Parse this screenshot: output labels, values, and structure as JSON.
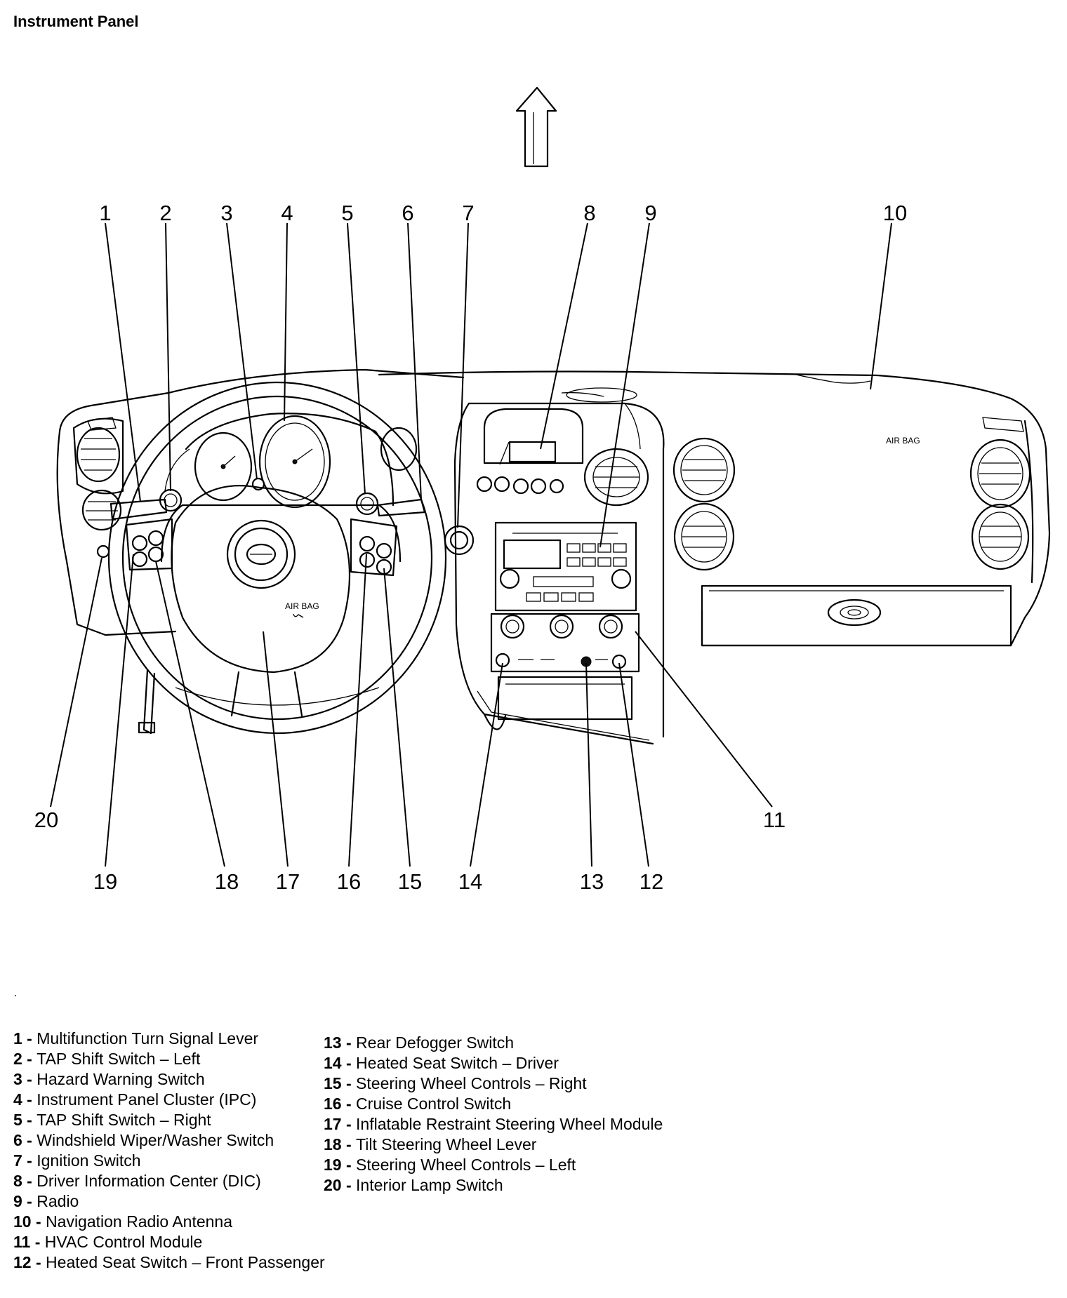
{
  "title": "Instrument Panel",
  "labels": {
    "air_bag_dash": "AIR BAG",
    "air_bag_wheel": "AIR BAG"
  },
  "callouts": [
    "1",
    "2",
    "3",
    "4",
    "5",
    "6",
    "7",
    "8",
    "9",
    "10",
    "11",
    "12",
    "13",
    "14",
    "15",
    "16",
    "17",
    "18",
    "19",
    "20"
  ],
  "legend_left": [
    {
      "num": "1",
      "text": "Multifunction Turn Signal Lever"
    },
    {
      "num": "2",
      "text": "TAP Shift Switch – Left"
    },
    {
      "num": "3",
      "text": "Hazard Warning Switch"
    },
    {
      "num": "4",
      "text": "Instrument Panel Cluster (IPC)"
    },
    {
      "num": "5",
      "text": "TAP Shift Switch – Right"
    },
    {
      "num": "6",
      "text": "Windshield Wiper/Washer Switch"
    },
    {
      "num": "7",
      "text": "Ignition Switch"
    },
    {
      "num": "8",
      "text": "Driver Information Center (DIC)"
    },
    {
      "num": "9",
      "text": "Radio"
    },
    {
      "num": "10",
      "text": "Navigation Radio Antenna"
    },
    {
      "num": "11",
      "text": "HVAC Control Module"
    },
    {
      "num": "12",
      "text": "Heated Seat Switch – Front Passenger"
    }
  ],
  "legend_right": [
    {
      "num": "13",
      "text": "Rear Defogger Switch"
    },
    {
      "num": "14",
      "text": "Heated Seat Switch – Driver"
    },
    {
      "num": "15",
      "text": "Steering Wheel Controls – Right"
    },
    {
      "num": "16",
      "text": "Cruise Control Switch"
    },
    {
      "num": "17",
      "text": "Inflatable Restraint Steering Wheel Module"
    },
    {
      "num": "18",
      "text": "Tilt Steering Wheel Lever"
    },
    {
      "num": "19",
      "text": "Steering Wheel Controls – Left"
    },
    {
      "num": "20",
      "text": "Interior Lamp Switch"
    }
  ]
}
